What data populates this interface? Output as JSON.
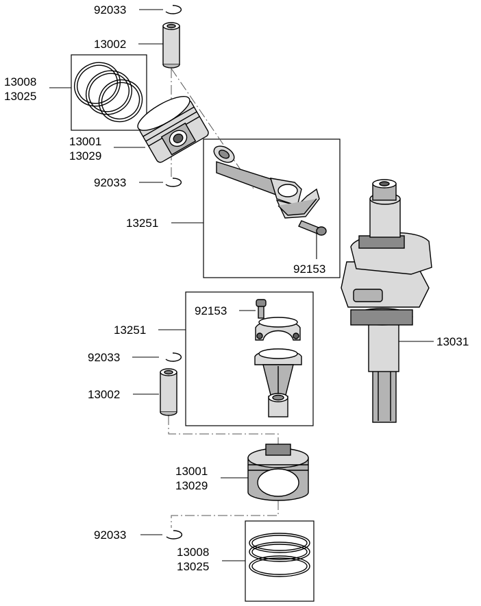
{
  "parts": {
    "circlip": "92033",
    "pin": "13002",
    "ring_set": [
      "13008",
      "13025"
    ],
    "piston": [
      "13001",
      "13029"
    ],
    "con_rod": "13251",
    "bolt": "92153",
    "crankshaft": "13031"
  }
}
